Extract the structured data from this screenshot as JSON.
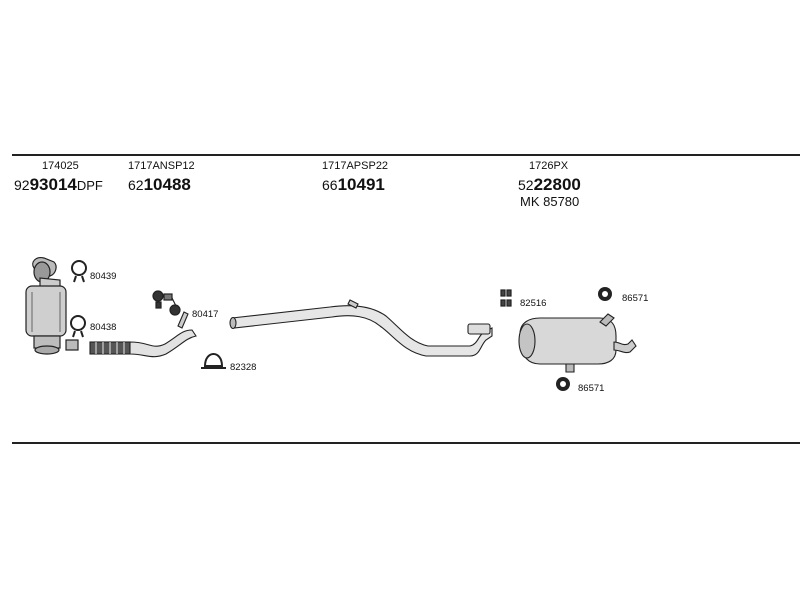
{
  "groups": [
    {
      "code": "174025",
      "prefix": "92",
      "number": "93014",
      "suffix": "DPF"
    },
    {
      "code": "1717ANSP12",
      "prefix": "62",
      "number": "10488",
      "suffix": ""
    },
    {
      "code": "1717APSP22",
      "prefix": "66",
      "number": "10491",
      "suffix": ""
    },
    {
      "code": "1726PX",
      "prefix": "52",
      "number": "22800",
      "suffix": ""
    }
  ],
  "extra": "MK 85780",
  "parts": {
    "p80439": "80439",
    "p80438": "80438",
    "p80417": "80417",
    "p82328": "82328",
    "p82516": "82516",
    "p86571a": "86571",
    "p86571b": "86571"
  }
}
